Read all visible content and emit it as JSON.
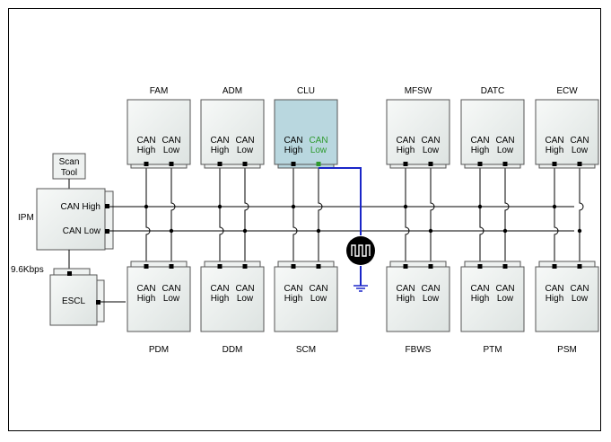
{
  "colors": {
    "module_fill": "#eef1f0",
    "module_stroke": "#555555",
    "highlight_fill": "#b9d7df",
    "highlight_text": "#2e9a2e",
    "bus_line": "#000000",
    "probe_wire": "#1a26c8",
    "frame": "#000000"
  },
  "pin_labels": {
    "can_word": "CAN",
    "high": "High",
    "low": "Low"
  },
  "top_modules": [
    {
      "id": "fam",
      "name": "FAM"
    },
    {
      "id": "adm",
      "name": "ADM"
    },
    {
      "id": "clu",
      "name": "CLU",
      "highlight": true
    },
    {
      "id": "mfsw",
      "name": "MFSW"
    },
    {
      "id": "datc",
      "name": "DATC"
    },
    {
      "id": "ecw",
      "name": "ECW"
    }
  ],
  "bottom_modules": [
    {
      "id": "pdm",
      "name": "PDM"
    },
    {
      "id": "ddm",
      "name": "DDM"
    },
    {
      "id": "scm",
      "name": "SCM"
    },
    {
      "id": "fbws",
      "name": "FBWS"
    },
    {
      "id": "ptm",
      "name": "PTM"
    },
    {
      "id": "psm",
      "name": "PSM"
    }
  ],
  "scan_tool": {
    "line1": "Scan",
    "line2": "Tool"
  },
  "ipm": {
    "name": "IPM",
    "can_high": "CAN High",
    "can_low": "CAN Low"
  },
  "escl": {
    "name": "ESCL",
    "speed": "9.6Kbps"
  },
  "probe": {
    "icon": "oscilloscope-probe-icon"
  }
}
